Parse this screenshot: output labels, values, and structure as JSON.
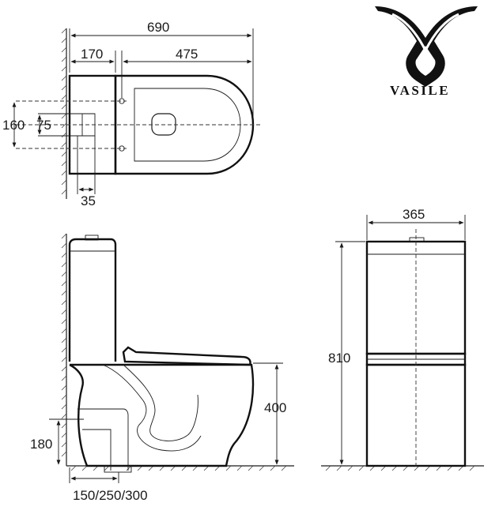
{
  "brand": {
    "name": "VASILE",
    "logo_icon": "vasile-v-knot-logo"
  },
  "top_view": {
    "overall_width": "690",
    "tank_depth": "170",
    "bowl_length": "475",
    "fixing_spacing": "160",
    "outlet_width": "75",
    "wall_offset": "35"
  },
  "side_view": {
    "bowl_height": "400",
    "inlet_height": "180",
    "outlet_distance": "150/250/300"
  },
  "front_view": {
    "width": "365",
    "total_height": "810"
  }
}
